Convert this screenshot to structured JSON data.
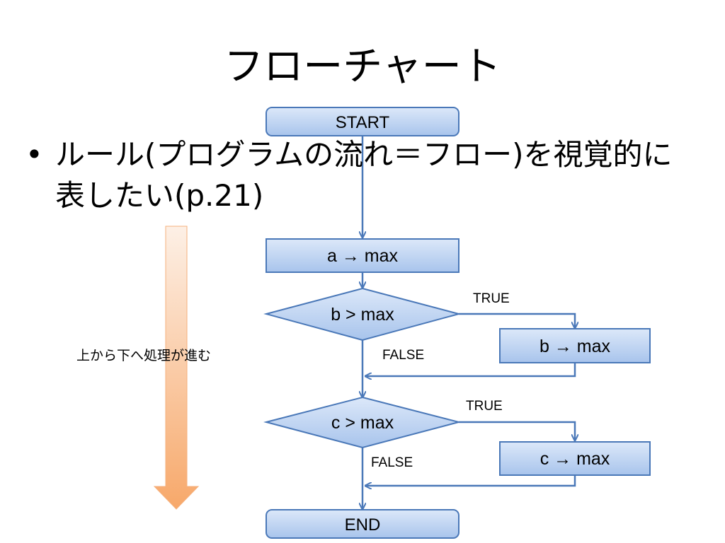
{
  "slide": {
    "title": "フローチャート",
    "bullet_marker": "•",
    "bullet_line1": "ルール(プログラムの流れ＝フロー)を視覚的に",
    "bullet_line2": "表したい(p.21)",
    "arrow_caption": "上から下へ処理が進む"
  },
  "flowchart": {
    "start": "START",
    "step_a": "a → max",
    "decision_b": "b > max",
    "true_b": "TRUE",
    "false_b": "FALSE",
    "step_b": "b → max",
    "decision_c": "c > max",
    "true_c": "TRUE",
    "false_c": "FALSE",
    "step_c": "c → max",
    "end": "END"
  },
  "colors": {
    "box_fill_top": "#dce8f9",
    "box_fill_bottom": "#a8c4ec",
    "stroke": "#4a78b8",
    "arrow_top": "#fde7d6",
    "arrow_bottom": "#f7a86a"
  }
}
